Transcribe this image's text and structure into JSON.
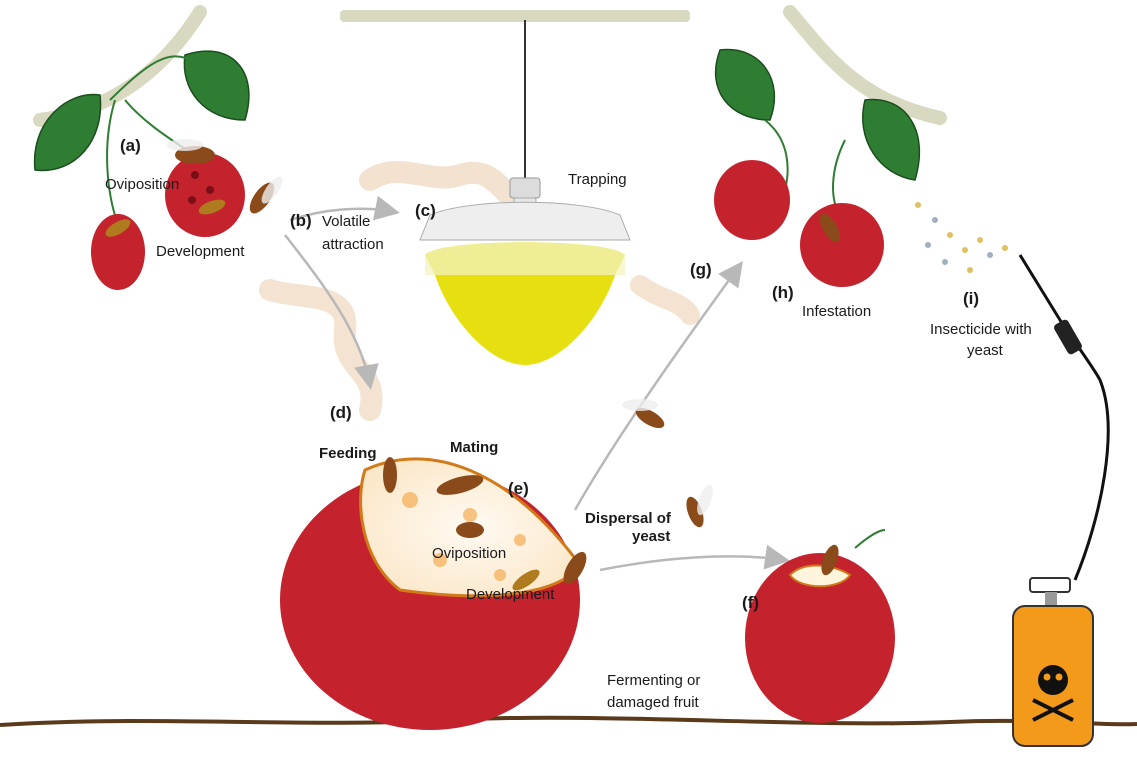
{
  "labels": {
    "a": "(a)",
    "b": "(b)",
    "c": "(c)",
    "d": "(d)",
    "e": "(e)",
    "f": "(f)",
    "g": "(g)",
    "h": "(h)",
    "i": "(i)"
  },
  "text": {
    "oviposition_a": "Oviposition",
    "development_a": "Development",
    "volatile_1": "Volatile",
    "volatile_2": "attraction",
    "trapping": "Trapping",
    "feeding": "Feeding",
    "mating": "Mating",
    "oviposition_e": "Oviposition",
    "development_e": "Development",
    "dispersal_1": "Dispersal of",
    "dispersal_2": "yeast",
    "fermenting_1": "Fermenting or",
    "fermenting_2": "damaged fruit",
    "infestation": "Infestation",
    "insecticide_1": "Insecticide with",
    "insecticide_2": "yeast"
  },
  "colors": {
    "fruit": "#c4222c",
    "leaf": "#2e7d32",
    "branch": "#d9d8c0",
    "trap_yellow": "#e6e010",
    "sprayer": "#f39a1b",
    "arrow": "#b8b8b8",
    "ground": "#5a3a1a",
    "plume": "#f1dcc4"
  }
}
